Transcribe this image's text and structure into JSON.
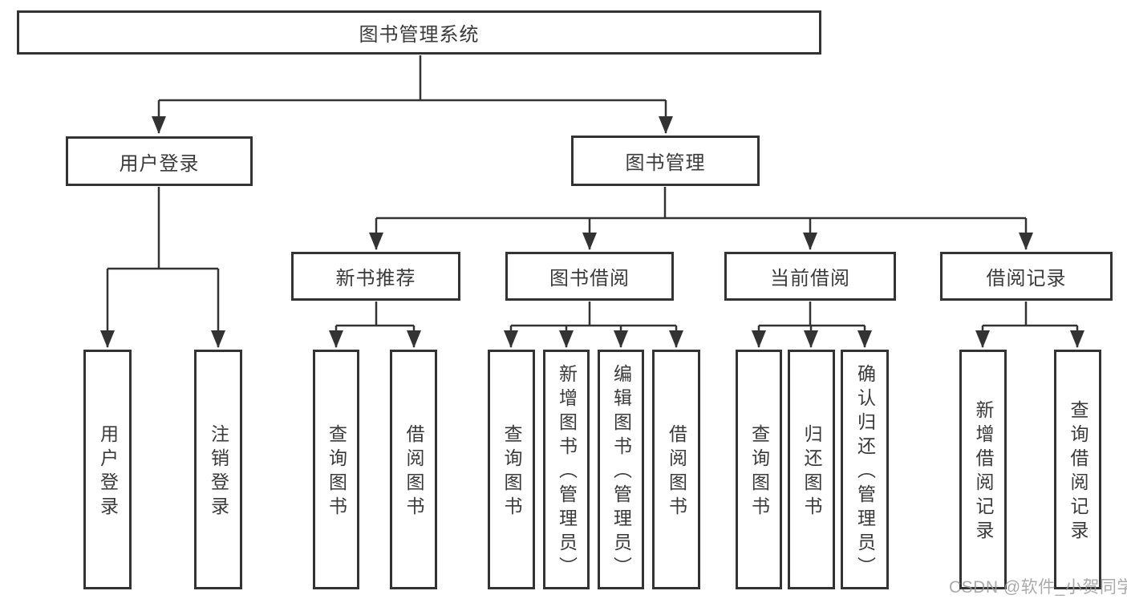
{
  "diagram_type": "hierarchy-tree",
  "colors": {
    "line": "#333333",
    "box_border": "#333333",
    "text": "#3a3a3a",
    "background": "#ffffff",
    "watermark": "#9b9b9b"
  },
  "tree": {
    "root": "图书管理系统",
    "children": [
      {
        "label": "用户登录",
        "leaves": [
          "用户登录",
          "注销登录"
        ]
      },
      {
        "label": "图书管理",
        "children": [
          {
            "label": "新书推荐",
            "leaves": [
              "查询图书",
              "借阅图书"
            ]
          },
          {
            "label": "图书借阅",
            "leaves": [
              "查询图书",
              "新增图书（管理员）",
              "编辑图书（管理员）",
              "借阅图书"
            ]
          },
          {
            "label": "当前借阅",
            "leaves": [
              "查询图书",
              "归还图书",
              "确认归还（管理员）"
            ]
          },
          {
            "label": "借阅记录",
            "leaves": [
              "新增借阅记录",
              "查询借阅记录"
            ]
          }
        ]
      }
    ]
  },
  "watermark": "CSDN @软件_小贺同学"
}
